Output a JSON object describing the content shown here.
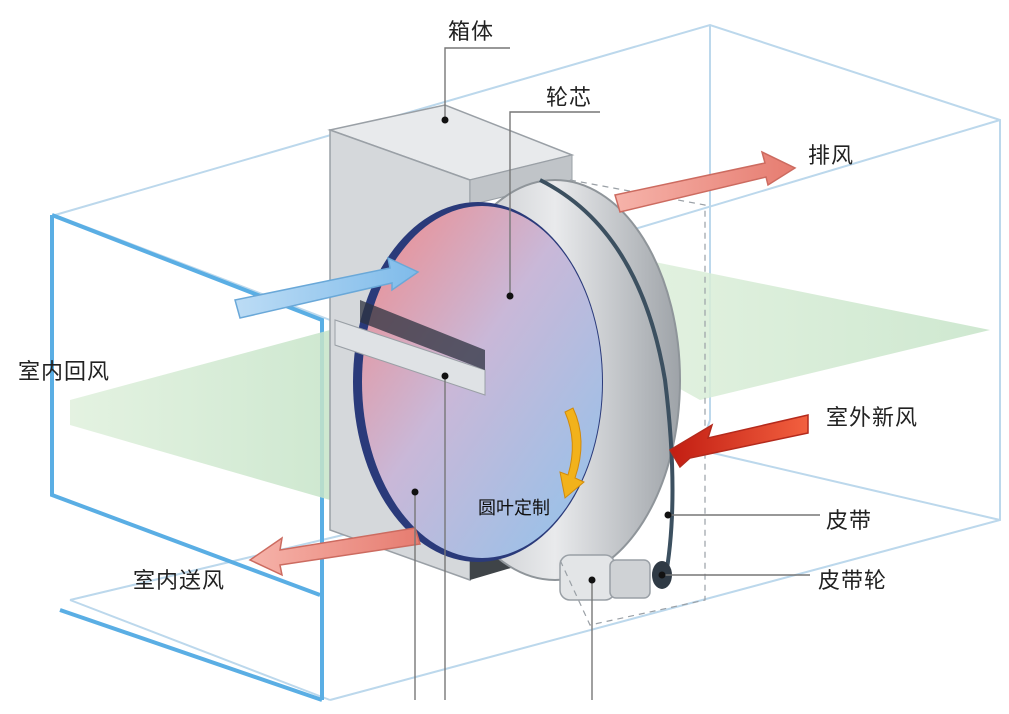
{
  "labels": {
    "box": "箱体",
    "core": "轮芯",
    "exhaust": "排风",
    "return_air": "室内回风",
    "fresh_air": "室外新风",
    "belt": "皮带",
    "pulley": "皮带轮",
    "supply_air": "室内送风",
    "custom_disc": "圆叶定制"
  },
  "colors": {
    "frame_line": "#b9d7ec",
    "frame_bold": "#5aaee4",
    "return_arrow": "#8fc4ee",
    "hot_arrow": "#e98a80",
    "fresh_arrow": "#e0402c",
    "green_plane": "#cfe8cf",
    "housing": "#d6d8db"
  }
}
